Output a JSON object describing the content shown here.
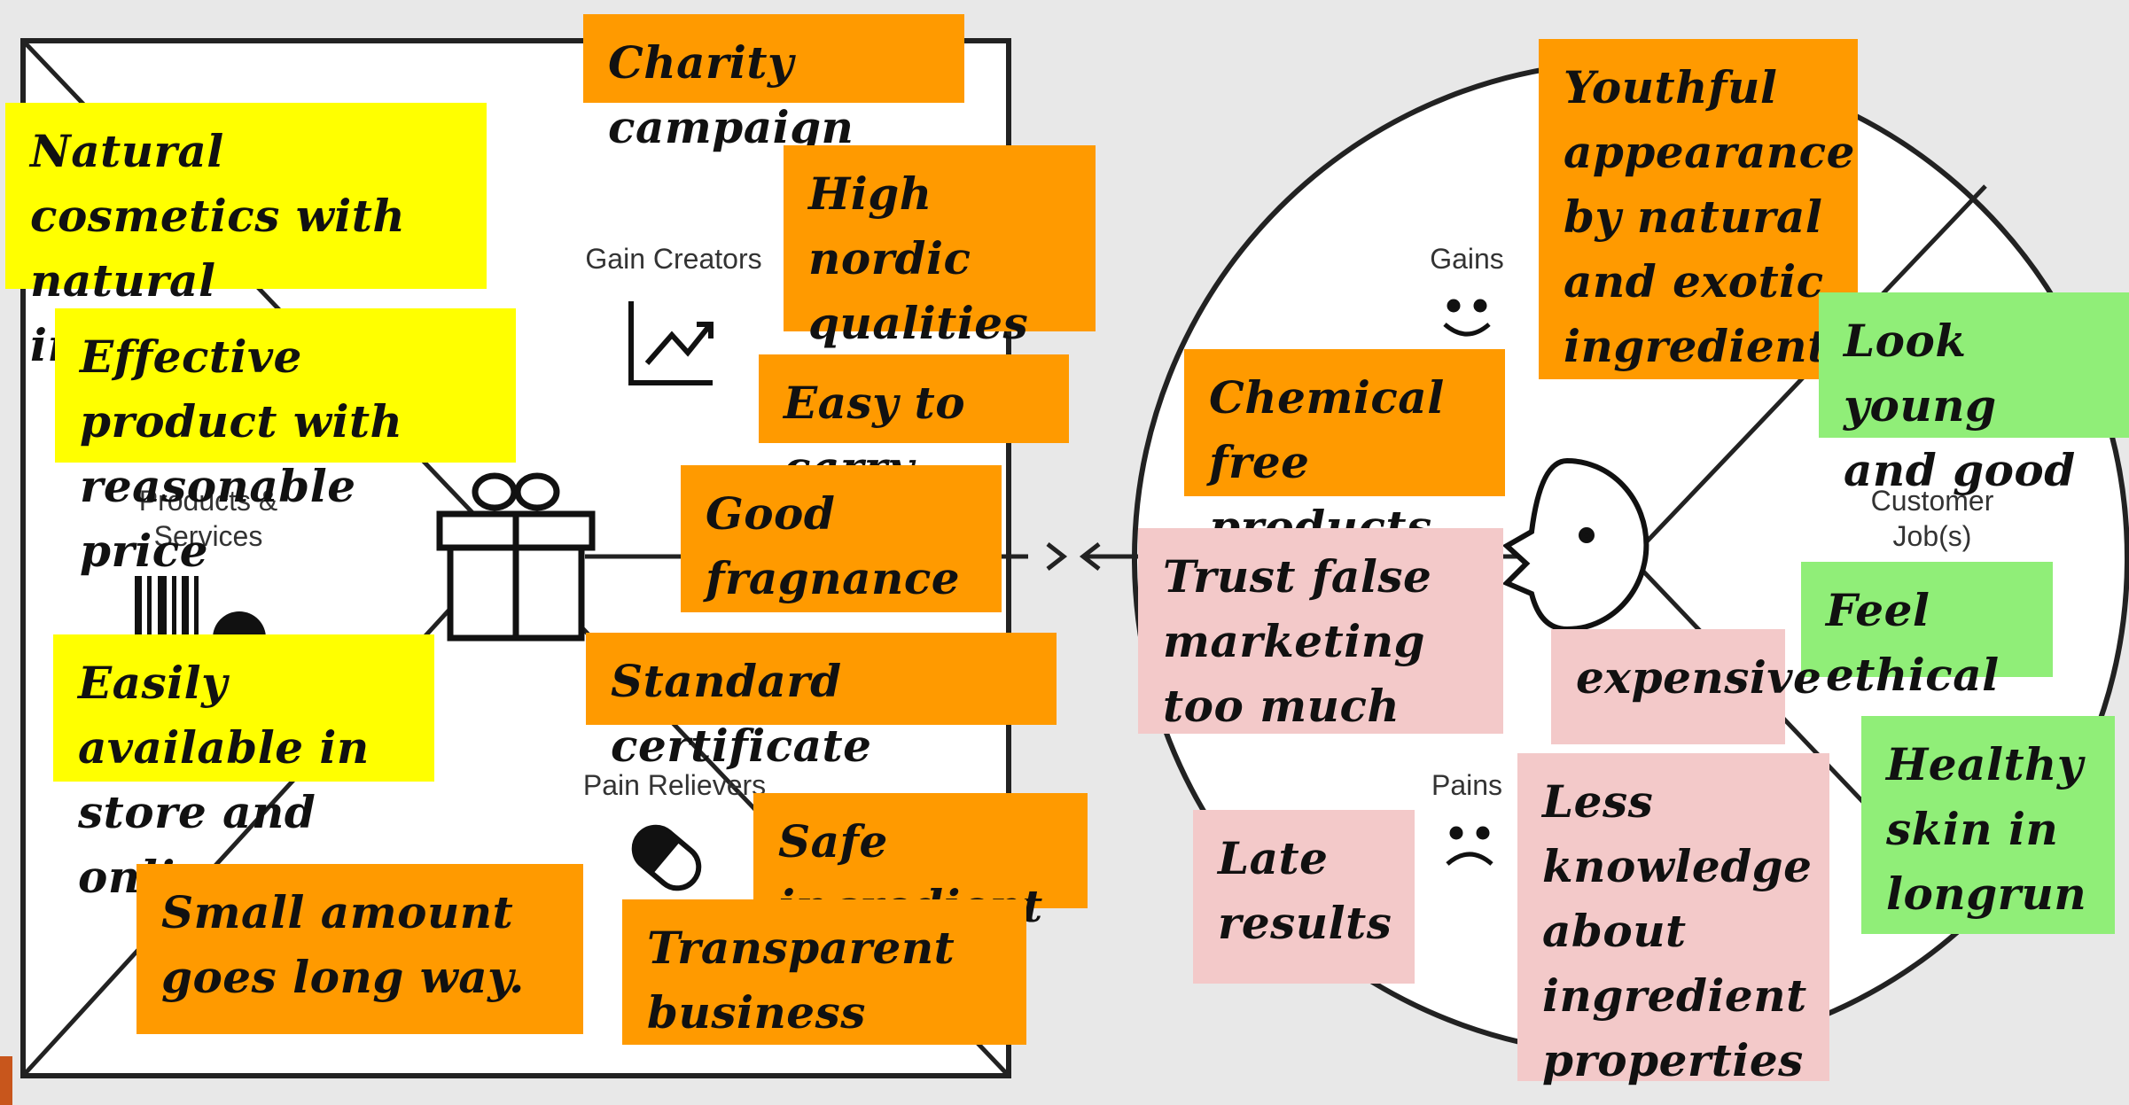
{
  "colors": {
    "yellow": "#ffff00",
    "orange": "#ff9a00",
    "pink": "#f3c9c9",
    "green": "#90ee78"
  },
  "labels": {
    "gain_creators": "Gain Creators",
    "products_services": "Products & Services",
    "pain_relievers": "Pain Relievers",
    "gains": "Gains",
    "pains": "Pains",
    "customer_jobs": "Customer Job(s)"
  },
  "icons": [
    "chart-up-icon",
    "gift-icon",
    "barcode-icon",
    "pill-icon",
    "smile-icon",
    "frown-icon",
    "face-icon"
  ],
  "notes": {
    "charity": "Charity campaign",
    "natural_cosmetics": "Natural cosmetics with natural ingredient",
    "high_nordic": "High nordic qualities",
    "effective_product": "Effective product with reasonable price",
    "easy_carry": "Easy to carry",
    "good_fragrance": "Good fragnance",
    "easily_available": "Easily available in store and online",
    "standard_certificate": "Standard certificate",
    "safe_ingredient": "Safe ingredient",
    "small_amount": "Small amount goes long way.",
    "transparent": "Transparent business",
    "youthful": "Youthful appearance by natural and exotic ingredient",
    "chemical_free": "Chemical free products",
    "look_young": "Look young and good",
    "trust_false": "Trust false marketing too much",
    "feel_ethical": "Feel ethical",
    "expensive": "expensive",
    "healthy_skin": "Healthy skin in longrun",
    "late_results": "Late results",
    "less_knowledge": "Less knowledge about ingredient properties"
  }
}
